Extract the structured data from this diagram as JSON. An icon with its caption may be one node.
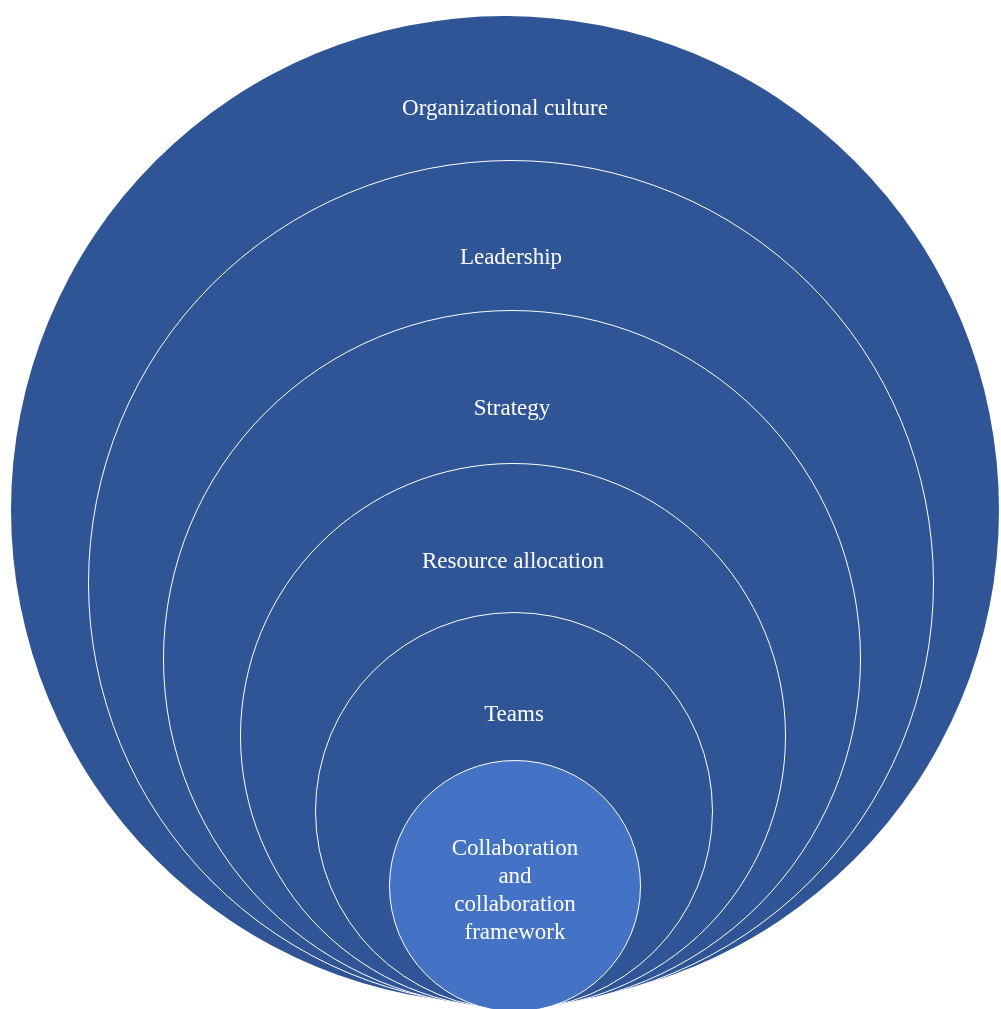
{
  "diagram": {
    "nodes": [
      {
        "text": [
          "Organizational culture"
        ]
      },
      {
        "text": [
          "Leadership"
        ],
        "in": 0
      },
      {
        "text": [
          "Strategy"
        ],
        "in": 1
      },
      {
        "text": [
          "Resource allocation"
        ],
        "in": 2
      },
      {
        "text": [
          "Teams"
        ],
        "in": 3
      },
      {
        "text": [
          "Collaboration and collaboration framework"
        ],
        "in": 4
      }
    ]
  }
}
